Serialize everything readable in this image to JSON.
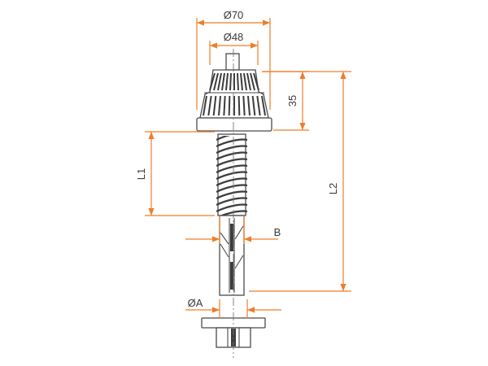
{
  "colors": {
    "dimension": "#ee7d2c",
    "part_stroke": "#4a4a4a",
    "part_fill": "#ffffff",
    "hatch": "#3c3c3c",
    "text": "#3a3a3a",
    "centerline": "#777777"
  },
  "labels": {
    "dia_outer": "Ø70",
    "dia_inner": "Ø48",
    "head_height": "35",
    "l1": "L1",
    "l2": "L2",
    "b": "B",
    "dia_a": "ØA"
  }
}
